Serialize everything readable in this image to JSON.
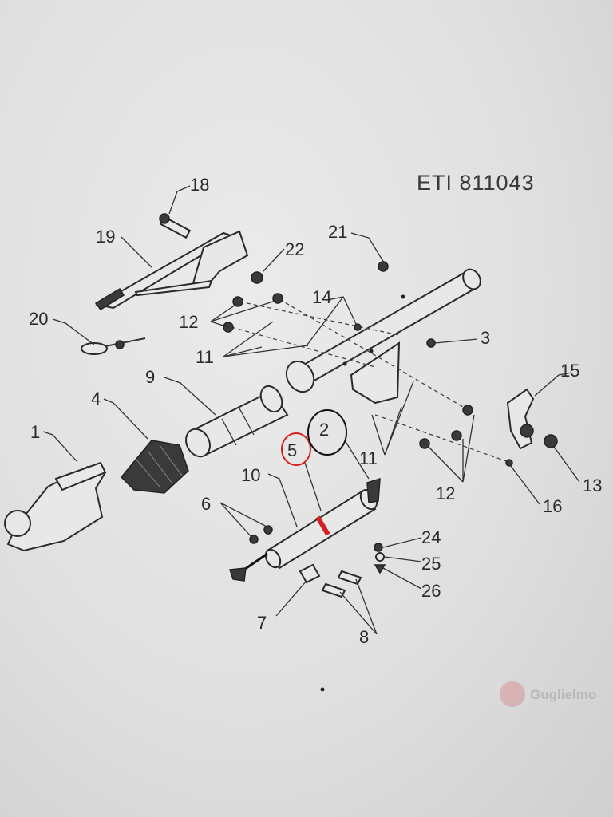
{
  "title": "ETI 811043",
  "brand": "Guglielmo",
  "labels": {
    "l1": "1",
    "l2": "2",
    "l3": "3",
    "l4": "4",
    "l5": "5",
    "l6": "6",
    "l7": "7",
    "l8": "8",
    "l9": "9",
    "l10": "10",
    "l11a": "11",
    "l11b": "11",
    "l12a": "12",
    "l12b": "12",
    "l13": "13",
    "l14": "14",
    "l15": "15",
    "l16": "16",
    "l18": "18",
    "l19": "19",
    "l20": "20",
    "l21": "21",
    "l22": "22",
    "l24": "24",
    "l25": "25",
    "l26": "26"
  },
  "colors": {
    "red_marker": "#d42020",
    "black_marker": "#111111"
  }
}
